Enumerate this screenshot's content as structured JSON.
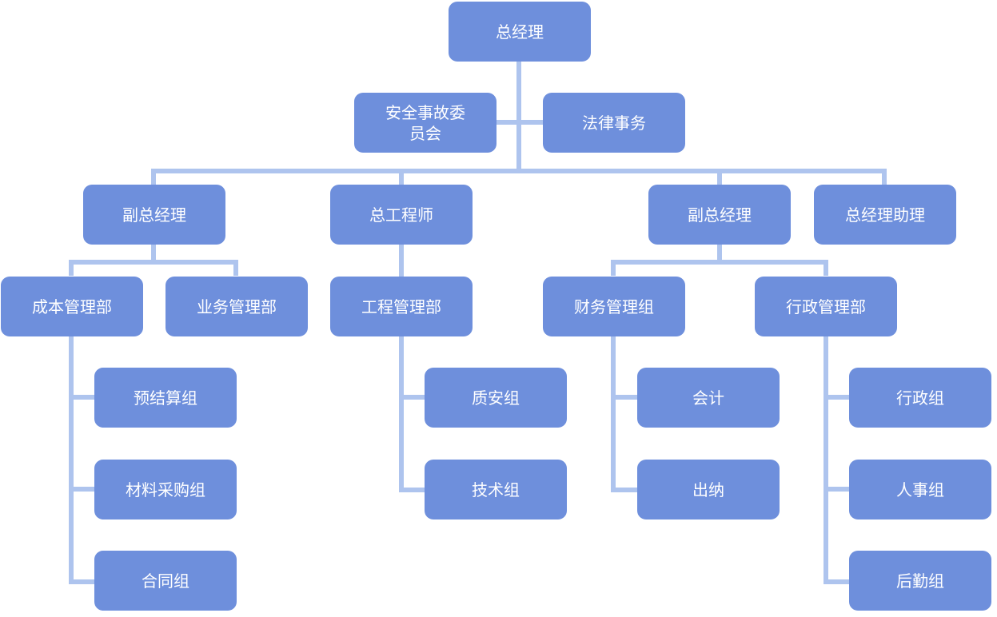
{
  "org_chart": {
    "general_manager": "总经理",
    "safety_committee": "安全事故委\n员会",
    "legal_affairs": "法律事务",
    "deputy_gm_left": "副总经理",
    "chief_engineer": "总工程师",
    "deputy_gm_right": "副总经理",
    "gm_assistant": "总经理助理",
    "cost_dept": "成本管理部",
    "business_dept": "业务管理部",
    "engineering_dept": "工程管理部",
    "finance_group": "财务管理组",
    "admin_dept": "行政管理部",
    "settlement_group": "预结算组",
    "procurement_group": "材料采购组",
    "contract_group": "合同组",
    "quality_safety_group": "质安组",
    "technical_group": "技术组",
    "accounting": "会计",
    "cashier": "出纳",
    "admin_group": "行政组",
    "hr_group": "人事组",
    "logistics_group": "后勤组"
  },
  "colors": {
    "node_fill": "#6e8fdc",
    "connector": "#aec4ee",
    "text": "#ffffff"
  }
}
